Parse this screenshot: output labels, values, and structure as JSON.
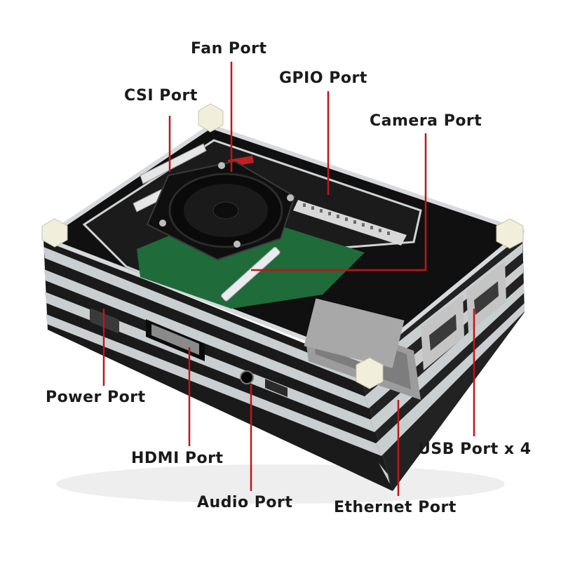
{
  "diagram": {
    "labels": {
      "fan_port": "Fan Port",
      "gpio_port": "GPIO Port",
      "csi_port": "CSI Port",
      "camera_port": "Camera Port",
      "power_port": "Power Port",
      "hdmi_port": "HDMI Port",
      "audio_port": "Audio Port",
      "ethernet_port": "Ethernet Port",
      "usb_port": "USB Port x 4"
    },
    "colors": {
      "leader_line": "#c0151b",
      "acrylic_black": "#0c0c0c",
      "acrylic_clear": "#c9ced1",
      "nylon_post": "#f1eedc",
      "fan_black": "#141414",
      "pcb_green": "#1f6b3a",
      "metal": "#b9b9b9"
    }
  }
}
